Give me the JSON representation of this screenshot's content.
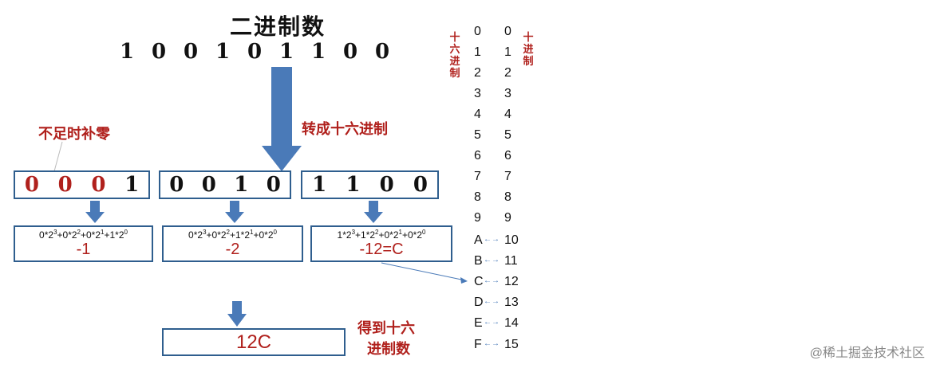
{
  "title": "二进制数",
  "binary_digits": [
    "1",
    "0",
    "0",
    "1",
    "0",
    "1",
    "1",
    "0",
    "0"
  ],
  "label_pad": "不足时补零",
  "label_convert": "转成十六进制",
  "label_result_line1": "得到十六",
  "label_result_line2": "进制数",
  "groups": [
    {
      "digits": [
        "0",
        "0",
        "0",
        "1"
      ],
      "red_count": 3,
      "expr": [
        "0*2",
        "3",
        "+0*2",
        "2",
        "+0*2",
        "1",
        "+1*2",
        "0"
      ],
      "result": "-1"
    },
    {
      "digits": [
        "0",
        "0",
        "1",
        "0"
      ],
      "red_count": 0,
      "expr": [
        "0*2",
        "3",
        "+0*2",
        "2",
        "+1*2",
        "1",
        "+0*2",
        "0"
      ],
      "result": "-2"
    },
    {
      "digits": [
        "1",
        "1",
        "0",
        "0"
      ],
      "red_count": 0,
      "expr": [
        "1*2",
        "3",
        "+1*2",
        "2",
        "+0*2",
        "1",
        "+0*2",
        "0"
      ],
      "result": "-12=C"
    }
  ],
  "final_result": "12C",
  "hex_label": [
    "十",
    "六",
    "进",
    "制"
  ],
  "dec_label": [
    "十",
    "进",
    "制"
  ],
  "table": [
    {
      "hex": "0",
      "dec": "0"
    },
    {
      "hex": "1",
      "dec": "1"
    },
    {
      "hex": "2",
      "dec": "2"
    },
    {
      "hex": "3",
      "dec": "3"
    },
    {
      "hex": "4",
      "dec": "4"
    },
    {
      "hex": "5",
      "dec": "5"
    },
    {
      "hex": "6",
      "dec": "6"
    },
    {
      "hex": "7",
      "dec": "7"
    },
    {
      "hex": "8",
      "dec": "8"
    },
    {
      "hex": "9",
      "dec": "9"
    },
    {
      "hex": "A",
      "dec": "10"
    },
    {
      "hex": "B",
      "dec": "11"
    },
    {
      "hex": "C",
      "dec": "12"
    },
    {
      "hex": "D",
      "dec": "13"
    },
    {
      "hex": "E",
      "dec": "14"
    },
    {
      "hex": "F",
      "dec": "15"
    }
  ],
  "table_arrow": "←→",
  "watermark": "@稀土掘金技术社区",
  "colors": {
    "accent": "#4a7ab8",
    "border": "#2f5e8e",
    "red": "#b0201c"
  }
}
